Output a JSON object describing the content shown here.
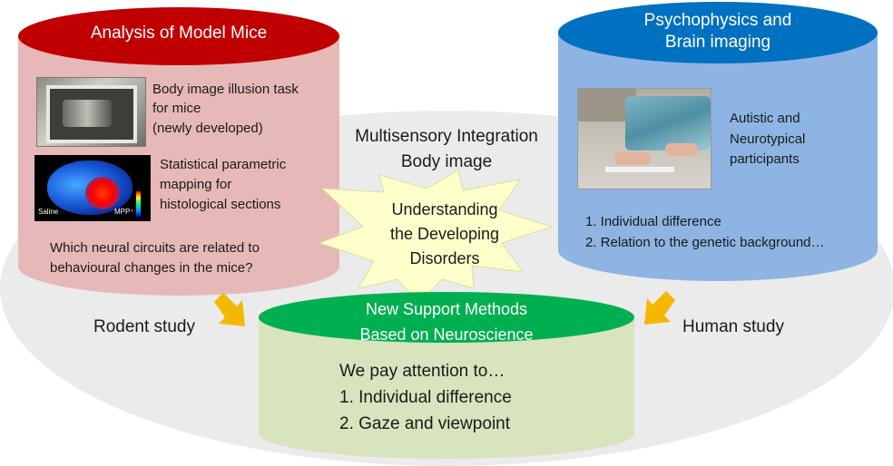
{
  "model_mice": {
    "title": "Analysis of Model Mice",
    "item1_lines": [
      "Body image illusion task",
      "for mice",
      "(newly developed)"
    ],
    "item2_lines": [
      "Statistical parametric",
      "mapping  for",
      "histological sections"
    ],
    "question_lines": [
      "Which neural circuits are related to",
      "behavioural  changes in the mice?"
    ],
    "brain_labels": {
      "left": "Saline",
      "right": "MPP⁺"
    }
  },
  "human": {
    "title_lines": [
      "Psychophysics and",
      "Brain imaging"
    ],
    "participants_lines": [
      "Autistic and",
      "Neurotypical",
      "participants"
    ],
    "list": [
      "1. Individual difference",
      "2. Relation to the genetic background…"
    ]
  },
  "center": {
    "lines": [
      "Multisensory Integration",
      "Body image"
    ],
    "star_lines": [
      "Understanding",
      "the Developing",
      "Disorders"
    ]
  },
  "support": {
    "title_lines": [
      "New Support Methods",
      "Based on Neuroscience"
    ],
    "lines": [
      "We pay attention to…",
      "1. Individual difference",
      "2. Gaze and viewpoint"
    ]
  },
  "side_labels": {
    "rodent": "Rodent study",
    "human": "Human study"
  },
  "colors": {
    "red_top": "#c00000",
    "pink_body": "#e6b9b8",
    "blue_top": "#0070c0",
    "blue_body": "#8db4e2",
    "green_top": "#00b050",
    "green_body": "#d7e4bd",
    "star": "#ffffcc",
    "arrow": "#f5b800",
    "ellipse": "#ebebeb"
  }
}
